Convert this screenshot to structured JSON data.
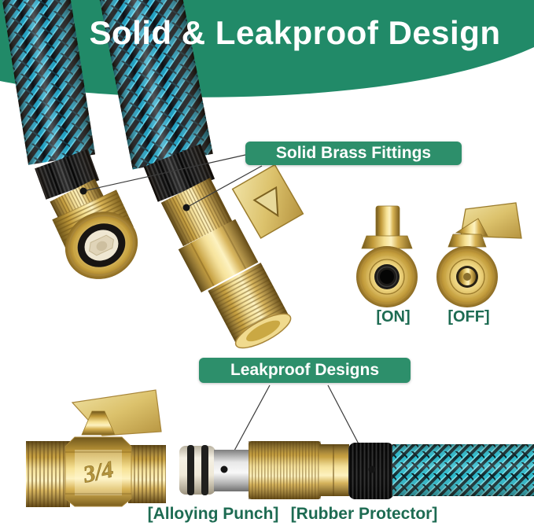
{
  "banner": {
    "title": "Solid & Leakproof Design"
  },
  "callouts": {
    "brass_label": "Solid Brass Fittings",
    "leakproof_label": "Leakproof Designs"
  },
  "valves": {
    "on_label": "[ON]",
    "off_label": "[OFF]"
  },
  "parts": {
    "alloying_punch_label": "[Alloying Punch]",
    "rubber_protector_label": "[Rubber Protector]"
  },
  "engraving": {
    "valve_size": "3/4"
  },
  "colors": {
    "banner_green": "#218a68",
    "label_green": "#2d8f6b",
    "dark_green_text": "#1d6b52",
    "brass_gold": "#d9b455",
    "hose_blue": "#1f9ec0",
    "hose_teal": "#29b6c8",
    "leader_line": "#3a3a3a"
  }
}
